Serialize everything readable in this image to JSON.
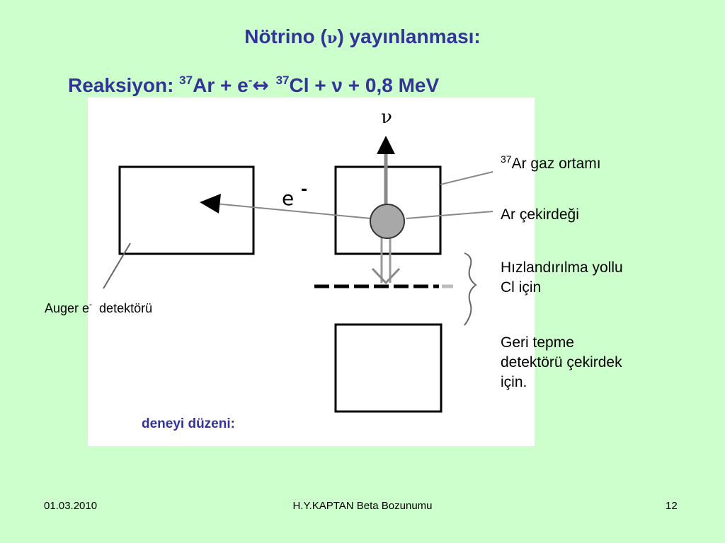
{
  "slide": {
    "title_pre": "Nötrino (",
    "title_nu": "ν",
    "title_post": ") yayınlanması:",
    "reaction": {
      "prefix": "Reaksiyon: ",
      "mass1": "37",
      "ar_term": "Ar + e",
      "e_charge": "-",
      "arrow": "↔ ",
      "mass2": "37",
      "rhs": "Cl + ν + 0,8  MeV"
    },
    "diagram": {
      "nu_label": "ν",
      "electron_label": "e",
      "electron_charge": "-"
    },
    "labels": {
      "gas_mass": "37",
      "gas": "Ar gaz ortamı",
      "nucleus": "Ar çekirdeği",
      "accel_line1": "Hızlandırılma yollu",
      "accel_line2": "Cl için",
      "recoil_line1": "Geri  tepme",
      "recoil_line2": "detektörü çekirdek",
      "recoil_line3": "için.",
      "auger": "Auger e",
      "auger_charge": "-",
      "auger_suffix": "  detektörü"
    },
    "caption": "deneyi düzeni:",
    "footer": {
      "date": "01.03.2010",
      "center": "H.Y.KAPTAN  Beta Bozunumu",
      "page": "12"
    }
  }
}
